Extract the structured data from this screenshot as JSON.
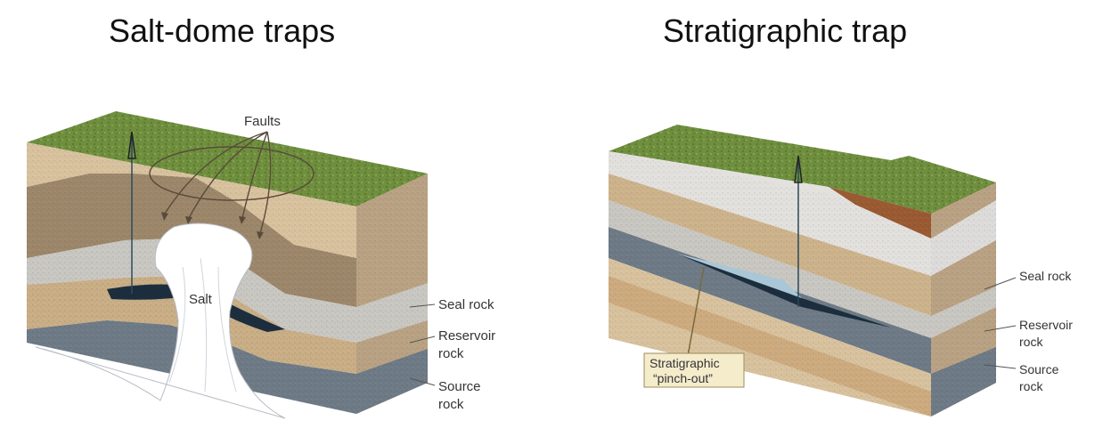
{
  "left_panel": {
    "title": "Salt-dome traps",
    "labels": {
      "faults": "Faults",
      "salt": "Salt",
      "seal_rock": "Seal rock",
      "reservoir_line1": "Reservoir",
      "reservoir_line2": "rock",
      "source_line1": "Source",
      "source_line2": "rock"
    }
  },
  "right_panel": {
    "title": "Stratigraphic trap",
    "labels": {
      "seal_rock": "Seal rock",
      "reservoir_line1": "Reservoir",
      "reservoir_line2": "rock",
      "source_line1": "Source",
      "source_line2": "rock",
      "callout_line1": "Stratigraphic",
      "callout_line2": "“pinch-out”"
    }
  },
  "colors": {
    "grass": "#6f8f3f",
    "tan_light": "#d8c29e",
    "tan_dark": "#a08a6c",
    "seal_gray": "#c9c7c2",
    "source_blue": "#6e7a86",
    "oil": "#1c2e3e",
    "salt": "#ffffff",
    "callout_bg": "#f5eccc"
  }
}
